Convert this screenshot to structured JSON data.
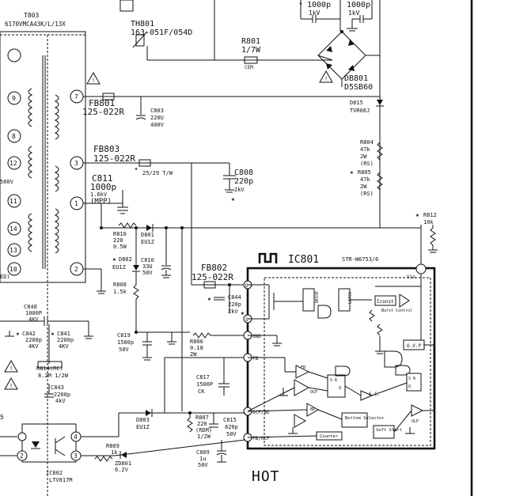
{
  "components": {
    "t803": {
      "ref": "T803",
      "part": "6170VMCA43K/L/13X",
      "pins": [
        "9",
        "8",
        "12",
        "11",
        "14",
        "13",
        "10",
        "7",
        "3",
        "1",
        "2"
      ]
    },
    "th801": {
      "ref": "TH801",
      "part": "163-051F/054D"
    },
    "r801": {
      "ref": "R801",
      "value": "1/7W",
      "type": "CEM"
    },
    "top_caps": {
      "val1": "1000p",
      "val2": "1000p",
      "v1": "1kV",
      "v2": "1kV"
    },
    "db801": {
      "ref": "DB801",
      "part": "D5SB60"
    },
    "d815": {
      "ref": "D815",
      "part": "TVR06J"
    },
    "fb801": {
      "ref": "FB801",
      "part": "125-022R"
    },
    "c803": {
      "ref": "C803",
      "value": "220U",
      "voltage": "400V"
    },
    "fb803": {
      "ref": "FB803",
      "part": "125-022R"
    },
    "tw_note": "25/29 T/W",
    "c808": {
      "ref": "C808",
      "value": "220p",
      "voltage": "2kV"
    },
    "c811": {
      "ref": "C811",
      "value": "1000p",
      "voltage": "1.6kV",
      "note": "(MPP)"
    },
    "r804": {
      "ref": "R804",
      "value": "47k",
      "power": "2W",
      "note": "(RS)"
    },
    "r805": {
      "ref": "R805",
      "value": "47k",
      "power": "2W",
      "note": "(RS)"
    },
    "r812": {
      "ref": "R812",
      "value": "10k"
    },
    "r810": {
      "ref": "R810",
      "value": "220",
      "power": "0.5W"
    },
    "d801": {
      "ref": "D801",
      "part": "EU1Z"
    },
    "d802": {
      "ref": "D802",
      "part": "EU1Z"
    },
    "c810": {
      "ref": "C810",
      "value": "33U",
      "voltage": "50V"
    },
    "r808": {
      "ref": "R808",
      "value": "1.5k"
    },
    "ic801": {
      "ref": "IC801",
      "part": "STR-W6753/6"
    },
    "fb802": {
      "ref": "FB802",
      "part": "125-022R"
    },
    "c844": {
      "ref": "C844",
      "value": "220p",
      "voltage": "2kV"
    },
    "c819": {
      "ref": "C819",
      "value": "1500p",
      "voltage": "50V"
    },
    "r806": {
      "ref": "R806",
      "value": "0.18",
      "power": "2W"
    },
    "c817": {
      "ref": "C817",
      "value": "1500P",
      "note": "CK"
    },
    "c848": {
      "ref": "C848",
      "value": "1000P",
      "voltage": "4KV"
    },
    "c842": {
      "ref": "C842",
      "value": "2200p",
      "voltage": "4KV"
    },
    "c841": {
      "ref": "C841",
      "value": "2200p",
      "voltage": "4KV"
    },
    "r814": {
      "ref": "R814(RC)",
      "value": "8.2M 1/2W"
    },
    "c843": {
      "ref": "C843",
      "value": "2200p",
      "voltage": "4kV"
    },
    "d803": {
      "ref": "D803",
      "part": "EU1Z"
    },
    "r807": {
      "ref": "R807",
      "value": "220",
      "power": "1/2W",
      "note": "(RDM)"
    },
    "c815": {
      "ref": "C815",
      "value": "820p",
      "voltage": "50V"
    },
    "r809": {
      "ref": "R809",
      "value": "1k"
    },
    "zd801": {
      "ref": "ZD801",
      "value": "6.2V"
    },
    "c809": {
      "ref": "C809",
      "value": "1u",
      "voltage": "50V"
    },
    "ltv": {
      "ref": "IC802",
      "part": "LTV817M",
      "pins": [
        "4",
        "2",
        "3"
      ]
    }
  },
  "ic_blocks": {
    "vin": "Vin",
    "drive": "DRIVE",
    "latch": "LATCH",
    "iconst": "Iconst",
    "burst": "Burst Control",
    "ovp": "O.V.P",
    "fb": "FB",
    "ocp": "OCP",
    "bd": "BD",
    "sc": "S.C.",
    "sr": "S R",
    "q": "Q",
    "olp": "OLP",
    "bottom_selector": "Bottom Selector",
    "counter": "Counter",
    "soft_start": "Soft Start"
  },
  "ic_pins": {
    "d": "D",
    "s": "S",
    "gnd": "GND",
    "fb": "FB",
    "ocp_bd": "OCP/BD",
    "fb_olp": "FB/OLP"
  },
  "labels": {
    "hot": "HOT",
    "left_500v": "500V",
    "left_ed": "ED)",
    "left_5": "5"
  }
}
